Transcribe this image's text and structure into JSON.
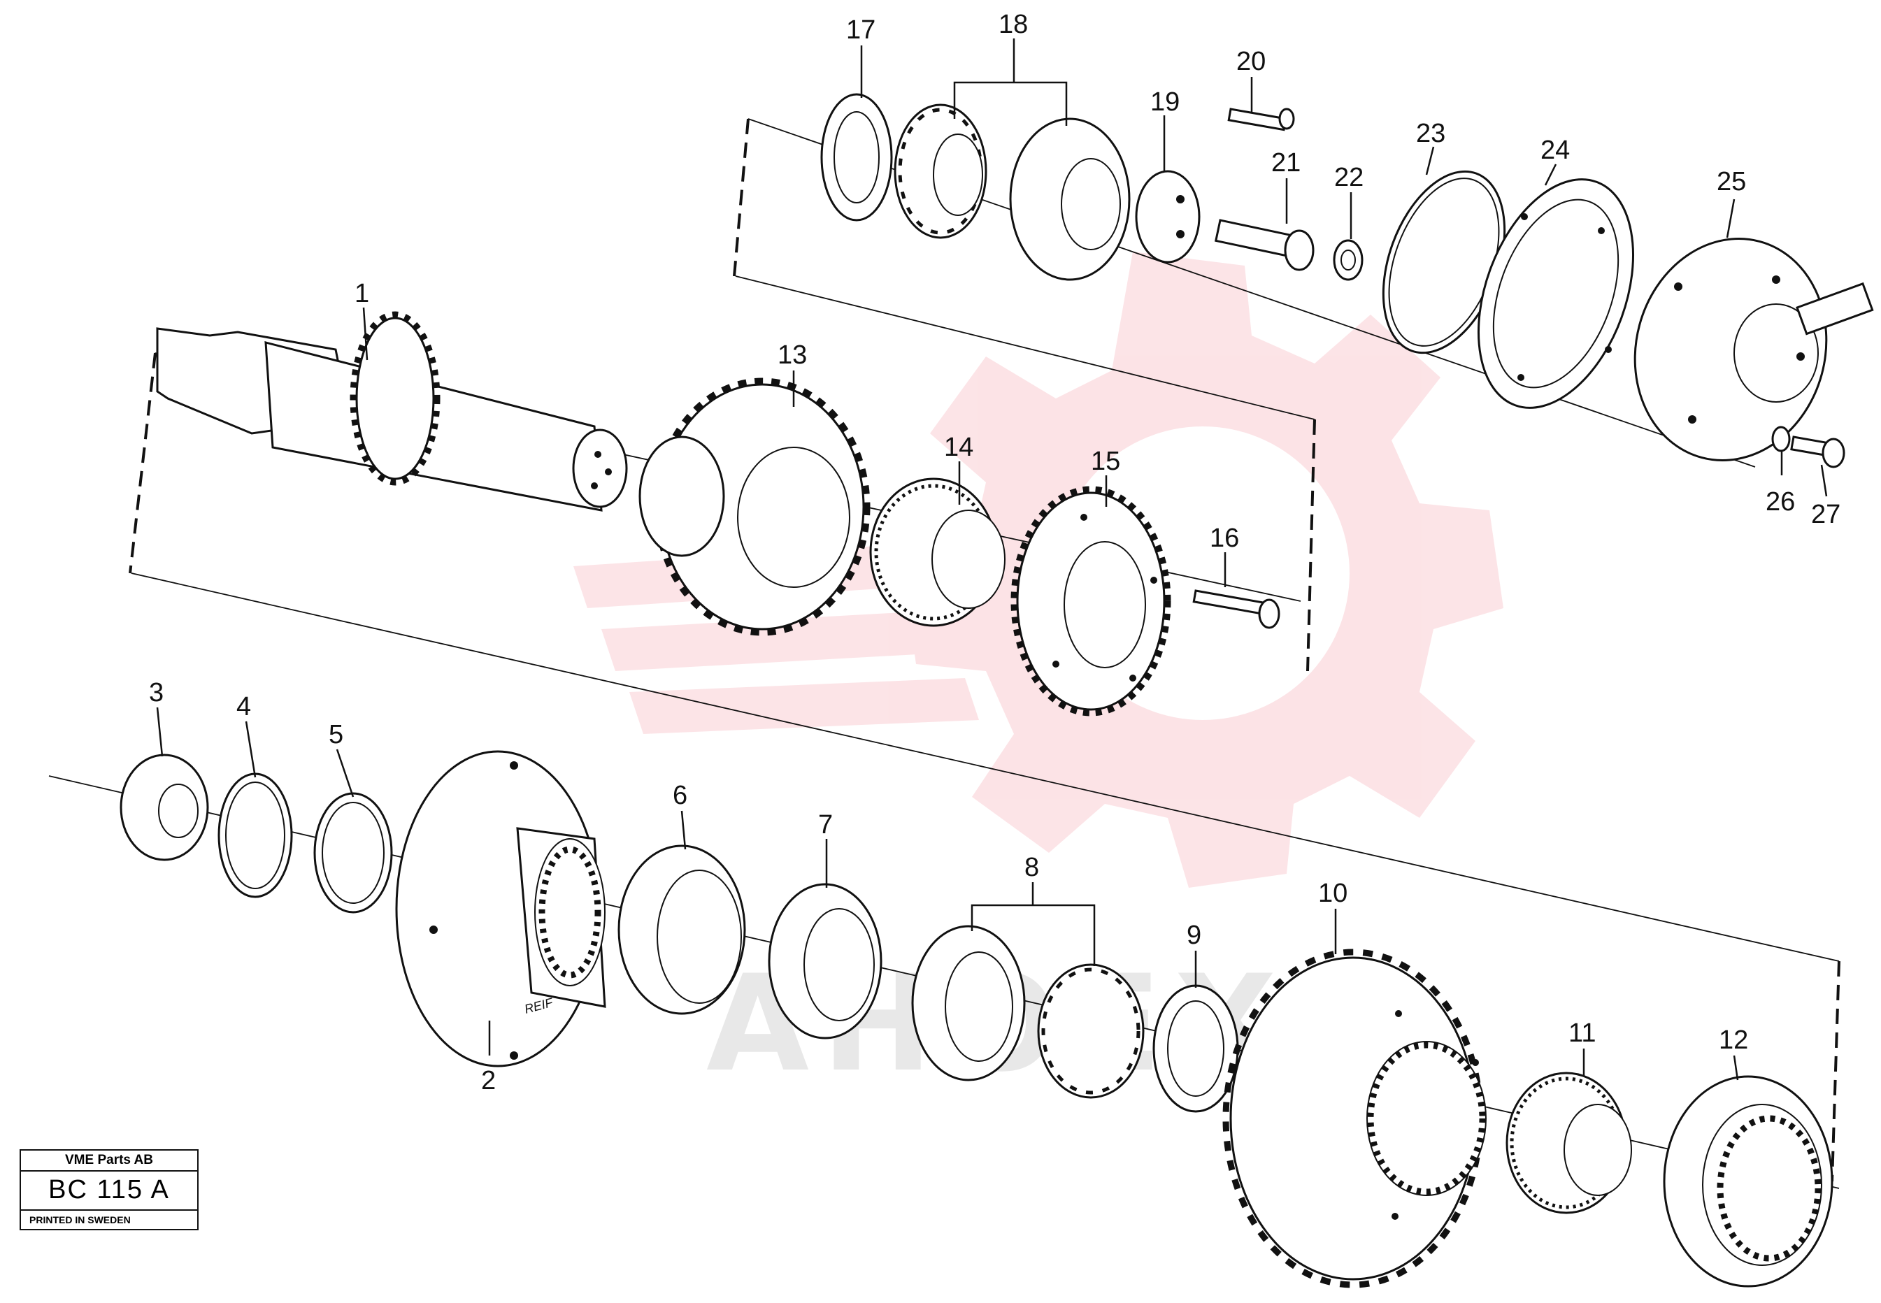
{
  "part_labels": [
    "1",
    "2",
    "3",
    "4",
    "5",
    "6",
    "7",
    "8",
    "9",
    "10",
    "11",
    "12",
    "13",
    "14",
    "15",
    "16",
    "17",
    "18",
    "19",
    "20",
    "21",
    "22",
    "23",
    "24",
    "25",
    "26",
    "27"
  ],
  "title_block": {
    "company": "VME Parts AB",
    "code": "BC 115 A",
    "printed": "PRINTED IN SWEDEN"
  },
  "stamp_text": "REIF",
  "colors": {
    "line": "#111111",
    "watermark": "#f4a0a8",
    "watermark_text": "#9a9a9a"
  }
}
